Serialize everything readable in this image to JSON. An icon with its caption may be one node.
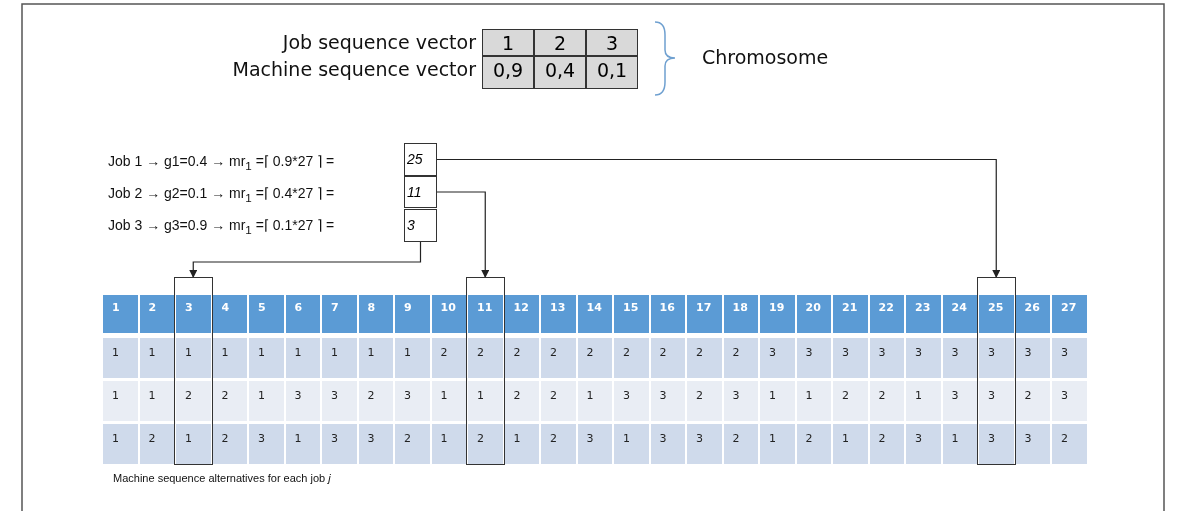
{
  "diagram": {
    "nodes": [
      {
        "text": [
          "25"
        ]
      },
      {
        "text": [
          "11"
        ]
      },
      {
        "text": [
          "3"
        ]
      },
      {
        "text": [],
        "shape": "box"
      },
      {
        "text": [],
        "shape": "box"
      },
      {
        "text": [],
        "shape": "box"
      }
    ],
    "edges": [
      {
        "from": 0,
        "to": 5,
        "arrow": "to"
      },
      {
        "from": 1,
        "to": 4,
        "arrow": "to"
      },
      {
        "from": 2,
        "to": 3,
        "arrow": "to"
      }
    ],
    "labels": [
      "Job sequence vector",
      "1",
      "2",
      "3",
      "Machine sequence vector",
      "0,9",
      "0,4",
      "0,1",
      "Chromosome",
      "Job 1 → g1=0.4 → mr$_{1}$ =⌈ 0.9*27 ⌉ =",
      "Job 2 → g2=0.1 → mr$_{1}$ =⌈ 0.4*27 ⌉ =",
      "Job 3 → g3=0.9 → mr$_{1}$ =⌈ 0.1*27 ⌉ =",
      "1",
      "2",
      "3",
      "4",
      "5",
      "6",
      "7",
      "8",
      "9",
      "10",
      "11",
      "12",
      "13",
      "14",
      "15",
      "16",
      "17",
      "18",
      "19",
      "20",
      "21",
      "22",
      "23",
      "24",
      "25",
      "26",
      "27",
      "1",
      "1",
      "1",
      "1",
      "1",
      "1",
      "1",
      "1",
      "1",
      "2",
      "2",
      "2",
      "2",
      "2",
      "2",
      "2",
      "2",
      "2",
      "3",
      "3",
      "3",
      "3",
      "3",
      "3",
      "3",
      "3",
      "3",
      "1",
      "1",
      "2",
      "2",
      "1",
      "3",
      "3",
      "2",
      "3",
      "1",
      "1",
      "2",
      "2",
      "1",
      "3",
      "3",
      "2",
      "3",
      "1",
      "1",
      "2",
      "2",
      "1",
      "3",
      "3",
      "2",
      "3",
      "1",
      "2",
      "1",
      "2",
      "3",
      "1",
      "3",
      "3",
      "2",
      "1",
      "2",
      "1",
      "2",
      "3",
      "1",
      "3",
      "3",
      "2",
      "1",
      "2",
      "1",
      "2",
      "3",
      "1",
      "3",
      "3",
      "2",
      "Machine sequence alternatives for each job *j*"
    ]
  }
}
